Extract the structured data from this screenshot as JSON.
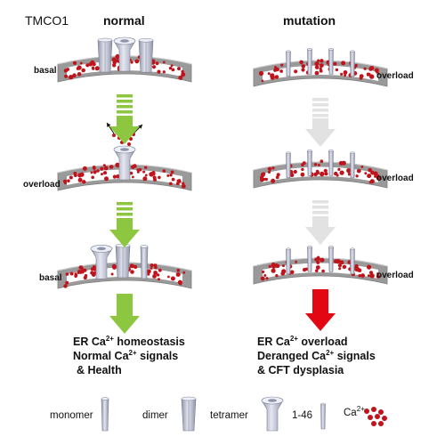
{
  "header": {
    "protein": "TMCO1",
    "normal": "normal",
    "mutation": "mutation"
  },
  "left_column": {
    "state_1": "basal",
    "state_2": "overload",
    "state_3": "basal",
    "outcome": {
      "line1_a": "ER Ca",
      "line1_sup": "2+",
      "line1_b": " homeostasis",
      "line2_a": "Normal Ca",
      "line2_sup": "2+",
      "line2_b": " signals",
      "line3": "& Health"
    }
  },
  "right_column": {
    "state_1": "overload",
    "state_2": "overload",
    "state_3": "overload",
    "outcome": {
      "line1_a": "ER  Ca",
      "line1_sup": "2+",
      "line1_b": "  overload",
      "line2_a": "Deranged Ca",
      "line2_sup": "2+",
      "line2_b": " signals",
      "line3": "& CFT dysplasia"
    }
  },
  "legend": {
    "monomer": "monomer",
    "dimer": "dimer",
    "tetramer": "tetramer",
    "fragment": "1-46",
    "ion_a": "Ca",
    "ion_sup": "2+"
  },
  "colors": {
    "membrane": "#9a9a9a",
    "calcium": "#c0141c",
    "protein": "#c4c8d8",
    "normal_arrow": "#8dc63f",
    "blocked_arrow": "#e2e2e2",
    "disease_arrow": "#e30613"
  }
}
